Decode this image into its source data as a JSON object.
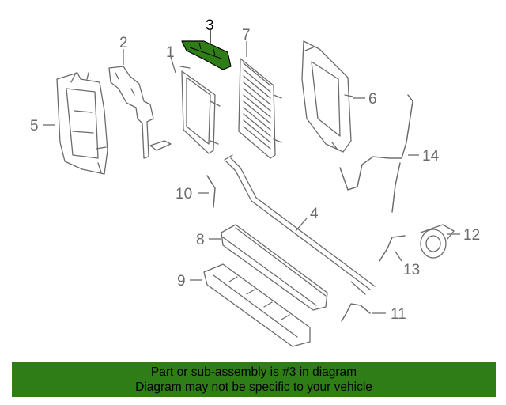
{
  "colors": {
    "banner_bg": "#2e7d16",
    "highlight_part": "#2e7d16",
    "line_art": "#6b6b6b",
    "highlight_label": "#000000"
  },
  "banner": {
    "line1": "Part or sub-assembly is #3 in diagram",
    "line2": "Diagram may not be specific to your vehicle"
  },
  "callouts": [
    {
      "id": "1",
      "text": "1"
    },
    {
      "id": "2",
      "text": "2"
    },
    {
      "id": "3",
      "text": "3",
      "highlighted": true
    },
    {
      "id": "4",
      "text": "4"
    },
    {
      "id": "5",
      "text": "5"
    },
    {
      "id": "6",
      "text": "6"
    },
    {
      "id": "7",
      "text": "7"
    },
    {
      "id": "8",
      "text": "8"
    },
    {
      "id": "9",
      "text": "9"
    },
    {
      "id": "10",
      "text": "10"
    },
    {
      "id": "11",
      "text": "11"
    },
    {
      "id": "12",
      "text": "12"
    },
    {
      "id": "13",
      "text": "13"
    },
    {
      "id": "14",
      "text": "14"
    }
  ]
}
